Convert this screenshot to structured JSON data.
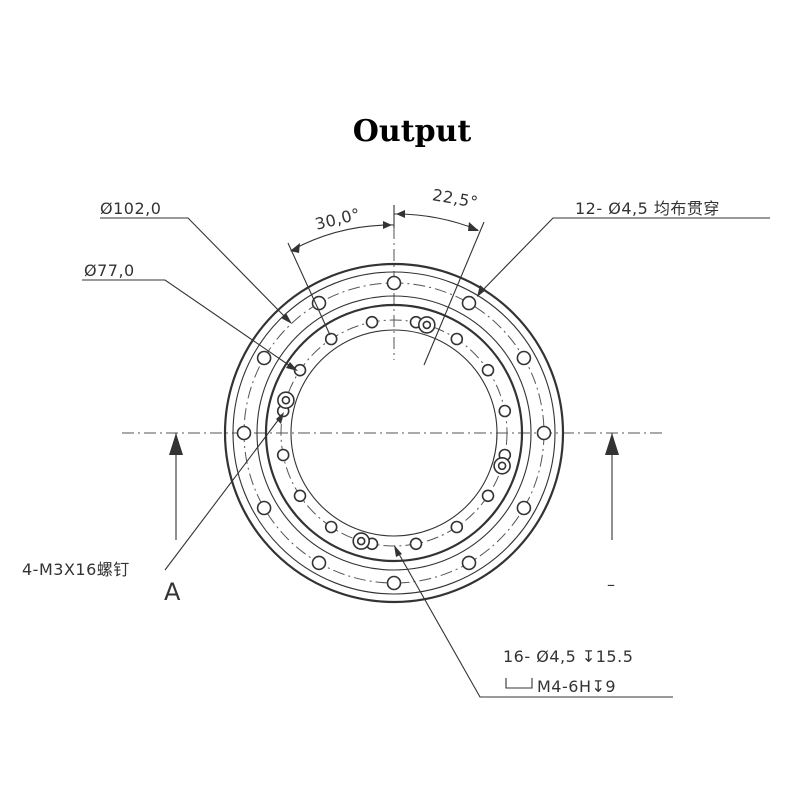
{
  "title": "Output",
  "labels": {
    "dia_outer": "Ø102,0",
    "dia_inner": "Ø77,0",
    "angle_a": "30,0°",
    "angle_b": "22,5°",
    "holes_12": "12-  Ø4,5  均布贯穿",
    "screws": "4-M3X16螺钉",
    "holes_16_line1": "16-  Ø4,5  ↧15.5",
    "holes_16_line2": "M4-6H↧9",
    "section_a": "A",
    "section_b": "–"
  },
  "colors": {
    "line": "#333333",
    "title": "#000000",
    "background": "#ffffff"
  }
}
